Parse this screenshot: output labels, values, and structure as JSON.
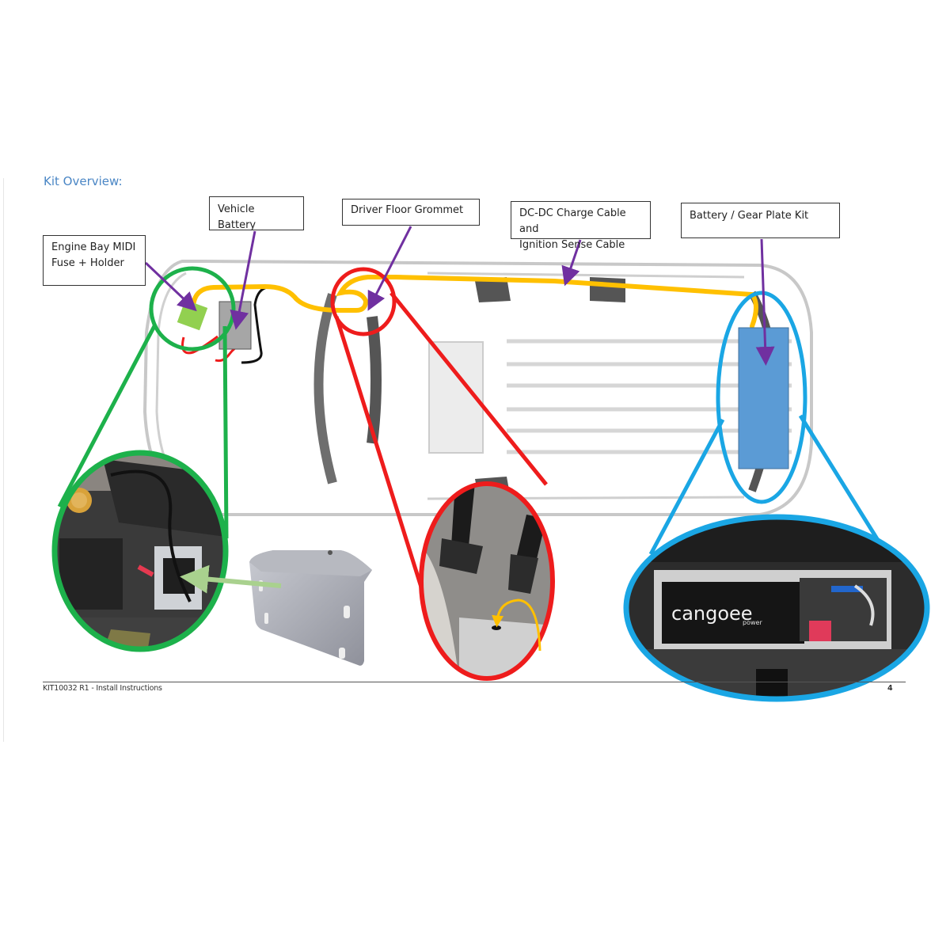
{
  "page": {
    "section_title": "Kit Overview:",
    "footer_left": "KIT10032 R1 - Install Instructions",
    "page_number": "4"
  },
  "callouts": {
    "midi_fuse": {
      "line1": "Engine Bay MIDI",
      "line2": "Fuse + Holder"
    },
    "vehicle_battery": {
      "line1": "Vehicle Battery"
    },
    "floor_grommet": {
      "line1": "Driver Floor Grommet"
    },
    "dcdc_cable": {
      "line1": "DC-DC Charge Cable and",
      "line2": "Ignition Sense Cable"
    },
    "gear_plate": {
      "line1": "Battery / Gear Plate Kit"
    }
  },
  "detail_photos": {
    "engine_bay": {
      "subject": "engine bay with fuse holder and bracket",
      "ring_color": "#1db14b"
    },
    "footwell": {
      "subject": "driver footwell pedals and floor grommet",
      "ring_color": "#ee1c1c"
    },
    "cargo": {
      "subject": "cargo area battery install",
      "brand_text": "cangoee",
      "brand_sub": "power",
      "ring_color": "#1aa6e4"
    }
  },
  "colors": {
    "section_title": "#4a86c5",
    "arrow": "#7030a0",
    "cable": "#ffc000",
    "fuse_holder": "#92d050",
    "vehicle_battery": "#a6a6a6",
    "gear_plate": "#5b9bd5",
    "bracket_arrow": "#a9d18e"
  }
}
